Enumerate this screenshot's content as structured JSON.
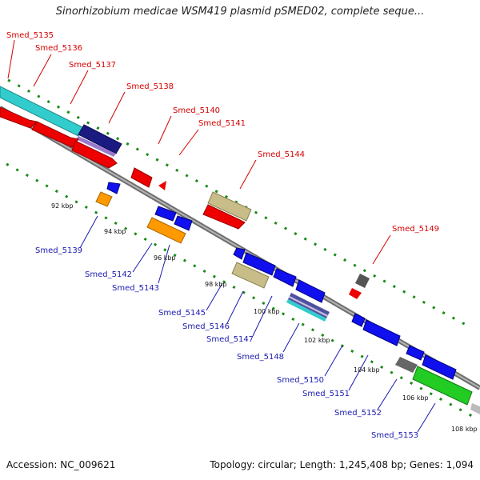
{
  "title": "Sinorhizobium medicae WSM419 plasmid pSMED02, complete seque...",
  "footer": {
    "accession": "Accession: NC_009621",
    "summary": "Topology: circular; Length: 1,245,408 bp; Genes: 1,094"
  },
  "colors": {
    "plus_label": "#d40000",
    "minus_label": "#1a1ab0",
    "backbone": "#8a8a8a",
    "tick_dots": "#1a8a1a"
  },
  "ticks": [
    {
      "label": "92 kbp"
    },
    {
      "label": "94 kbp"
    },
    {
      "label": "96 kbp"
    },
    {
      "label": "98 kbp"
    },
    {
      "label": "100 kbp"
    },
    {
      "label": "102 kbp"
    },
    {
      "label": "104 kbp"
    },
    {
      "label": "106 kbp"
    },
    {
      "label": "108 kbp"
    }
  ],
  "gene_labels_top": [
    {
      "label": "Smed_5135"
    },
    {
      "label": "Smed_5136"
    },
    {
      "label": "Smed_5137"
    },
    {
      "label": "Smed_5138"
    },
    {
      "label": "Smed_5140"
    },
    {
      "label": "Smed_5141"
    },
    {
      "label": "Smed_5144"
    },
    {
      "label": "Smed_5149"
    }
  ],
  "gene_labels_bottom": [
    {
      "label": "Smed_5139"
    },
    {
      "label": "Smed_5142"
    },
    {
      "label": "Smed_5143"
    },
    {
      "label": "Smed_5145"
    },
    {
      "label": "Smed_5146"
    },
    {
      "label": "Smed_5147"
    },
    {
      "label": "Smed_5148"
    },
    {
      "label": "Smed_5150"
    },
    {
      "label": "Smed_5151"
    },
    {
      "label": "Smed_5152"
    },
    {
      "label": "Smed_5153"
    }
  ]
}
